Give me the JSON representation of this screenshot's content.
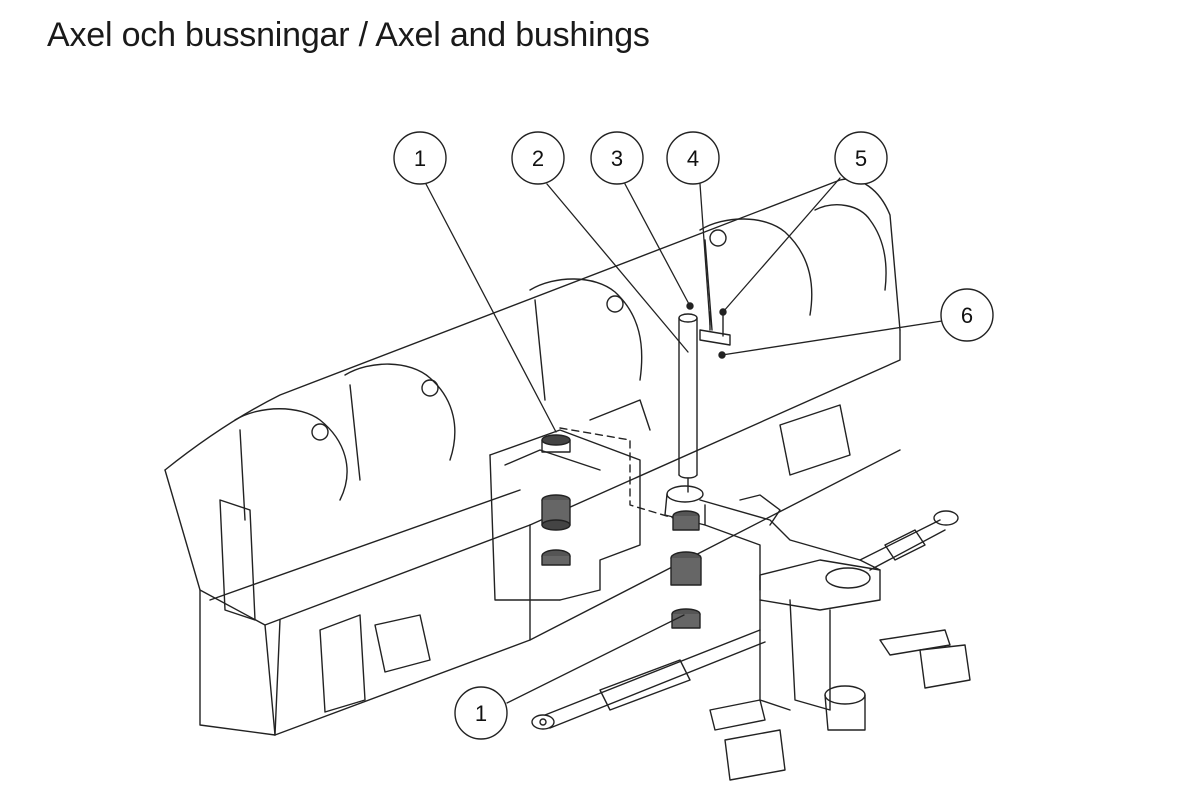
{
  "title": "Axel och bussningar / Axel and bushings",
  "callouts": [
    {
      "id": "callout-1-top",
      "label": "1"
    },
    {
      "id": "callout-2",
      "label": "2"
    },
    {
      "id": "callout-3",
      "label": "3"
    },
    {
      "id": "callout-4",
      "label": "4"
    },
    {
      "id": "callout-5",
      "label": "5"
    },
    {
      "id": "callout-6",
      "label": "6"
    },
    {
      "id": "callout-1-bottom",
      "label": "1"
    }
  ]
}
